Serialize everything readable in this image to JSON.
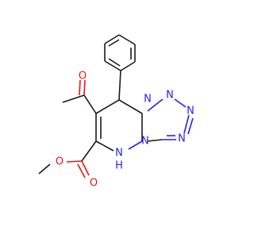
{
  "molecule": {
    "atoms": {
      "o_acetyl": "O",
      "n1": "N",
      "n2": "N",
      "n3": "N",
      "n4": "N",
      "n5": "N",
      "nh": "N",
      "nh_h": "H",
      "o_carbonyl": "O",
      "o_ester": "O"
    },
    "colors": {
      "carbon_bond": "#1a1a1a",
      "nitrogen": "#2222ee",
      "oxygen": "#ee1111",
      "background": "#ffffff"
    }
  }
}
